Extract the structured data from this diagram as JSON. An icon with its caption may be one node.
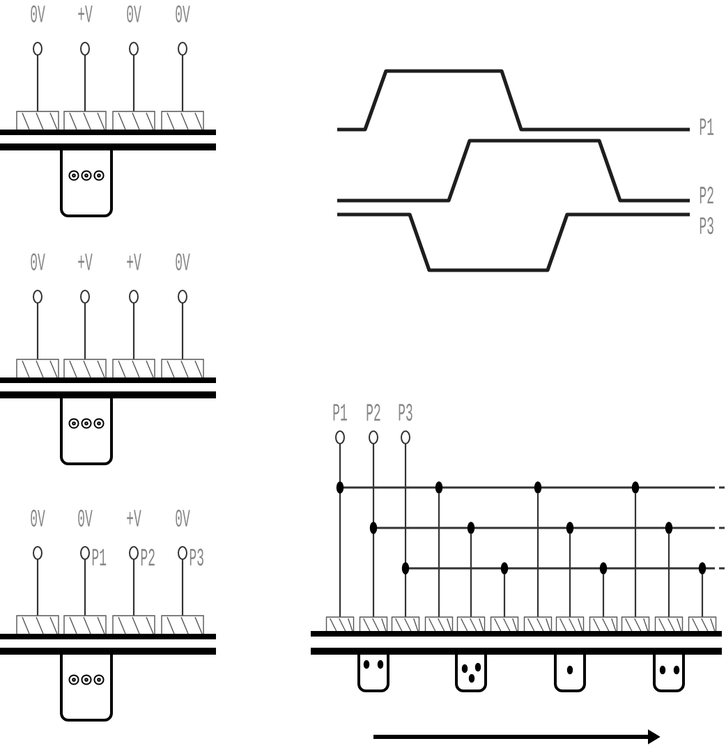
{
  "diagram": {
    "labels": [
      "0V",
      "+V",
      "0V",
      "0V",
      "0V",
      "+V",
      "+V",
      "0V",
      "0V",
      "0V",
      "+V",
      "0V",
      "P1",
      "P2",
      "P3",
      "P1",
      "P2",
      "P3",
      "P1",
      "P2",
      "P3"
    ]
  }
}
